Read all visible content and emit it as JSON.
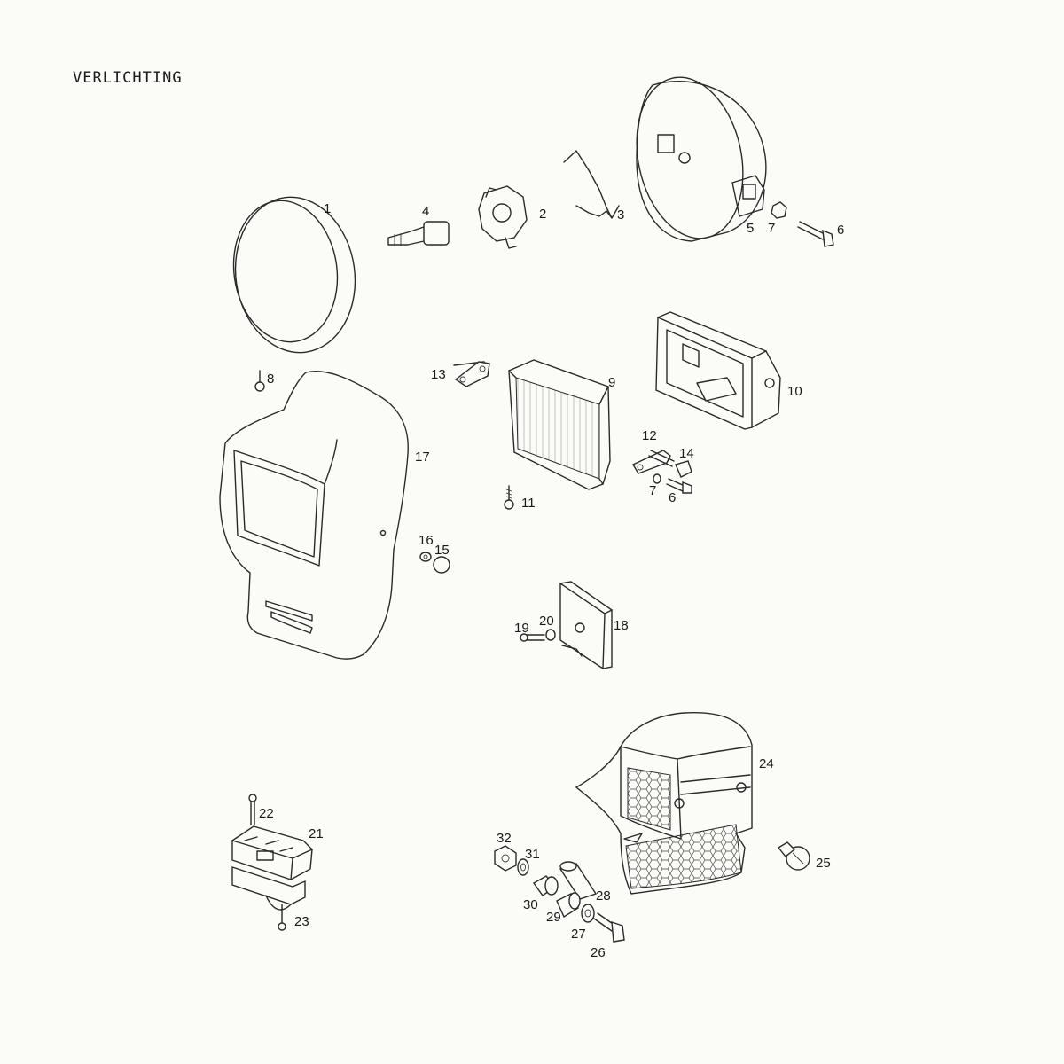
{
  "title": "VERLICHTING",
  "labels": [
    "1",
    "2",
    "3",
    "4",
    "5",
    "6",
    "7",
    "8",
    "9",
    "10",
    "11",
    "12",
    "13",
    "14",
    "7",
    "6",
    "16",
    "15",
    "17",
    "18",
    "19",
    "20",
    "21",
    "22",
    "23",
    "24",
    "25",
    "26",
    "27",
    "28",
    "29",
    "30",
    "31",
    "32"
  ]
}
